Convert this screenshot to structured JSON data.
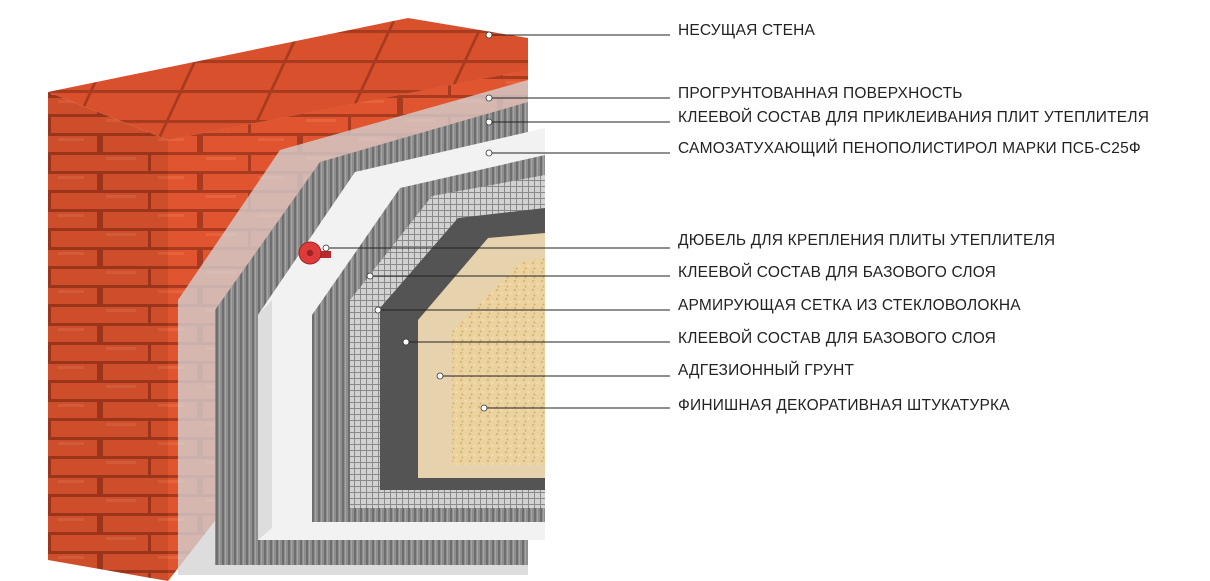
{
  "diagram": {
    "colors": {
      "brick": "#e0552f",
      "mortar": "#b03e22",
      "primer_surface": "#c8c8c8",
      "adhesive": "#8e8e8e",
      "polystyrene": "#f2f2f2",
      "mesh": "#c9c9c9",
      "base_coat": "#545454",
      "adhesion_primer": "#e6d3ad",
      "plaster": "#ecd29f",
      "dowel": "#e03b3b",
      "leader": "#222222"
    },
    "labels": [
      {
        "id": "load-bearing-wall",
        "text": "НЕСУЩАЯ СТЕНА"
      },
      {
        "id": "primed-surface",
        "text": "ПРОГРУНТОВАННАЯ ПОВЕРХНОСТЬ"
      },
      {
        "id": "insulation-adhesive",
        "text": "КЛЕЕВОЙ СОСТАВ ДЛЯ ПРИКЛЕИВАНИЯ ПЛИТ УТЕПЛИТЕЛЯ"
      },
      {
        "id": "polystyrene",
        "text": "САМОЗАТУХАЮЩИЙ ПЕНОПОЛИСТИРОЛ МАРКИ ПСБ-С25Ф"
      },
      {
        "id": "dowel",
        "text": "ДЮБЕЛЬ ДЛЯ КРЕПЛЕНИЯ ПЛИТЫ УТЕПЛИТЕЛЯ"
      },
      {
        "id": "base-adhesive-1",
        "text": "КЛЕЕВОЙ СОСТАВ ДЛЯ БАЗОВОГО СЛОЯ"
      },
      {
        "id": "fiberglass-mesh",
        "text": "АРМИРУЮЩАЯ СЕТКА ИЗ СТЕКЛОВОЛОКНА"
      },
      {
        "id": "base-adhesive-2",
        "text": "КЛЕЕВОЙ СОСТАВ ДЛЯ БАЗОВОГО СЛОЯ"
      },
      {
        "id": "adhesion-primer",
        "text": "АДГЕЗИОННЫЙ ГРУНТ"
      },
      {
        "id": "decorative-plaster",
        "text": "ФИНИШНАЯ ДЕКОРАТИВНАЯ ШТУКАТУРКА"
      }
    ]
  }
}
